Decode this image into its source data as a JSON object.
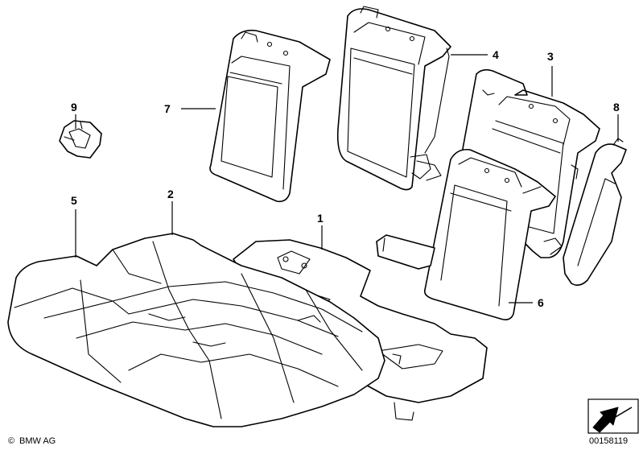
{
  "callouts": [
    {
      "id": "1",
      "label": "1"
    },
    {
      "id": "2",
      "label": "2"
    },
    {
      "id": "3",
      "label": "3"
    },
    {
      "id": "4",
      "label": "4"
    },
    {
      "id": "5",
      "label": "5"
    },
    {
      "id": "6",
      "label": "6"
    },
    {
      "id": "7",
      "label": "7"
    },
    {
      "id": "8",
      "label": "8"
    },
    {
      "id": "9",
      "label": "9"
    }
  ],
  "footer": {
    "copyright_symbol": "©",
    "brand": "BMW AG",
    "diagram_number": "00158119"
  }
}
